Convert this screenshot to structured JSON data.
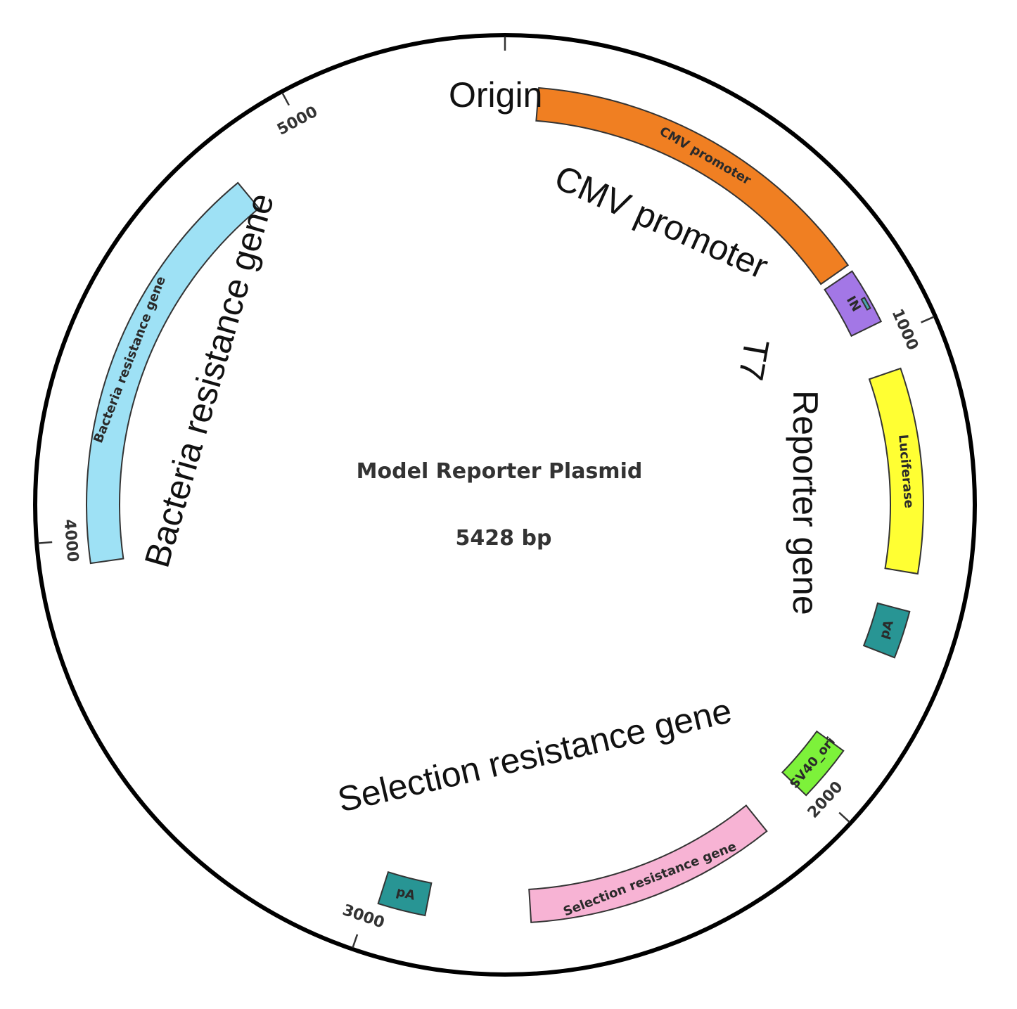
{
  "plasmid": {
    "title": "Model Reporter Plasmid",
    "size_label": "5428 bp",
    "total_bp": 5428
  },
  "ticks": [
    {
      "bp": 0,
      "label": ""
    },
    {
      "bp": 1000,
      "label": "1000"
    },
    {
      "bp": 2000,
      "label": "2000"
    },
    {
      "bp": 3000,
      "label": "3000"
    },
    {
      "bp": 4000,
      "label": "4000"
    },
    {
      "bp": 5000,
      "label": "5000"
    }
  ],
  "features": [
    {
      "name": "cmv-promoter",
      "label": "CMV promoter",
      "start": 70,
      "end": 830,
      "color": "#f07f22"
    },
    {
      "name": "intron-box",
      "label": "IN",
      "start": 845,
      "end": 965,
      "color": "#a377e6"
    },
    {
      "name": "t7-site",
      "label": "",
      "start": 905,
      "end": 930,
      "color": "#4aa7ae"
    },
    {
      "name": "luciferase",
      "label": "Luciferase",
      "start": 1070,
      "end": 1500,
      "color": "#ffff33"
    },
    {
      "name": "polya-box",
      "label": "pA",
      "start": 1580,
      "end": 1680,
      "color": "#289594"
    },
    {
      "name": "sv40-box",
      "label": "SV40_ori",
      "start": 1900,
      "end": 2020,
      "color": "#7df23a"
    },
    {
      "name": "selection-resistance",
      "label": "Selection resistance gene",
      "start": 2130,
      "end": 2660,
      "color": "#f7b3d4"
    },
    {
      "name": "pa2-box",
      "label": "pA",
      "start": 2880,
      "end": 2980,
      "color": "#289594"
    },
    {
      "name": "bacteria-resistance",
      "label": "Bacteria resistance gene",
      "start": 3950,
      "end": 4830,
      "color": "#9ee1f5"
    }
  ],
  "annotations": {
    "origin": "Origin",
    "cmv": "CMV promoter",
    "t7": "T7",
    "reporter": "Reporter gene",
    "selection": "Selection resistance gene",
    "bacteria": "Bacteria resistance gene"
  }
}
